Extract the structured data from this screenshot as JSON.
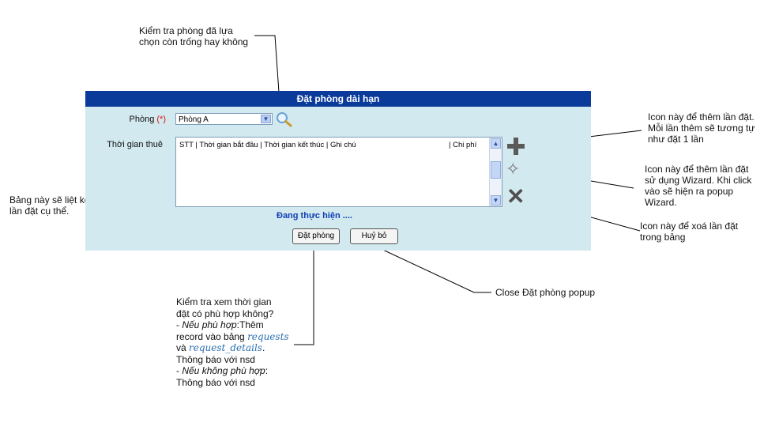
{
  "dialog": {
    "title": "Đặt phòng dài hạn",
    "room_label": "Phòng",
    "required_mark": "(*)",
    "room_value": "Phòng A",
    "period_label": "Thời gian thuê",
    "list_header_main": "STT | Thời gian bắt đầu | Thời gian kết thúc | Ghi chú",
    "list_header_cost": "| Chi phí",
    "status_text": "Đang thực hiện ....",
    "book_button": "Đặt phòng",
    "cancel_button": "Huỷ bỏ"
  },
  "icons": {
    "search": "magnifier-icon",
    "add": "plus-icon",
    "wizard": "magic-wand-icon",
    "delete": "x-icon"
  },
  "notes": {
    "check_room_1": "Kiểm tra phòng đã lựa",
    "check_room_2": "chọn còn trống hay không",
    "add_1": "Icon này để thêm lần đặt.",
    "add_2": "Mỗi lần thêm sẽ tương tự",
    "add_3": "như đặt 1 lần",
    "wizard_1": "Icon này để thêm lần đặt",
    "wizard_2": "sử dụng Wizard. Khi click",
    "wizard_3": "vào sẽ hiện ra popup",
    "wizard_4": "Wizard.",
    "delete_1": "Icon này để xoá lần đặt",
    "delete_2": "trong bảng",
    "table_1": "Bảng này sẽ liệt kê các",
    "table_2": "lần đặt cụ thể.",
    "close": "Close Đặt phòng popup",
    "book_1": "Kiểm tra xem thời gian",
    "book_2": "đặt có phù hợp không?",
    "book_3a": "- ",
    "book_3b": "Nếu phù hợp",
    "book_3c": ":Thêm",
    "book_4a": "record vào bảng ",
    "book_4b": "requests",
    "book_5a": "và ",
    "book_5b": "request_details",
    "book_5c": ".",
    "book_6": "Thông báo với nsd",
    "book_7a": "- ",
    "book_7b": "Nếu không phù hợp",
    "book_7c": ":",
    "book_8": "Thông báo với nsd"
  },
  "colors": {
    "title_bar": "#0a3a9a",
    "panel": "#d2e9ef",
    "status": "#0f3fb3",
    "required": "#dd1111"
  }
}
